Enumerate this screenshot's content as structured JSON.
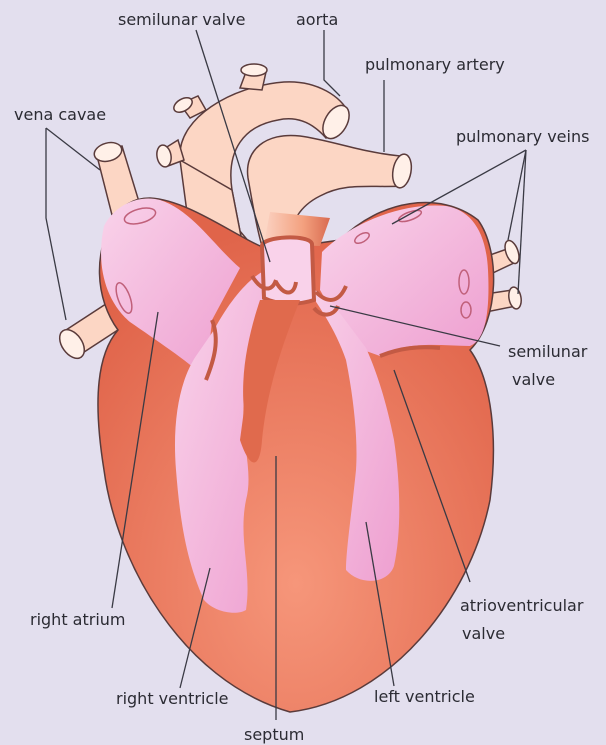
{
  "labels": {
    "semilunar_valve_top": "semilunar valve",
    "aorta": "aorta",
    "pulmonary_artery": "pulmonary artery",
    "vena_cavae": "vena cavae",
    "pulmonary_veins": "pulmonary veins",
    "semilunar_valve_right_1": "semilunar",
    "semilunar_valve_right_2": "valve",
    "right_atrium": "right atrium",
    "atrioventricular_valve_1": "atrioventricular",
    "atrioventricular_valve_2": "valve",
    "right_ventricle": "right ventricle",
    "left_ventricle": "left ventricle",
    "septum": "septum"
  },
  "colors": {
    "background": "#e3dfee",
    "muscle": "#e06a4d",
    "muscle_light": "#f49a7a",
    "chamber": "#f3b0d6",
    "chamber_light": "#f9d2ea",
    "vessel": "#fcd6c4",
    "outline": "#5a3b3b",
    "leader": "#3a3a44"
  }
}
